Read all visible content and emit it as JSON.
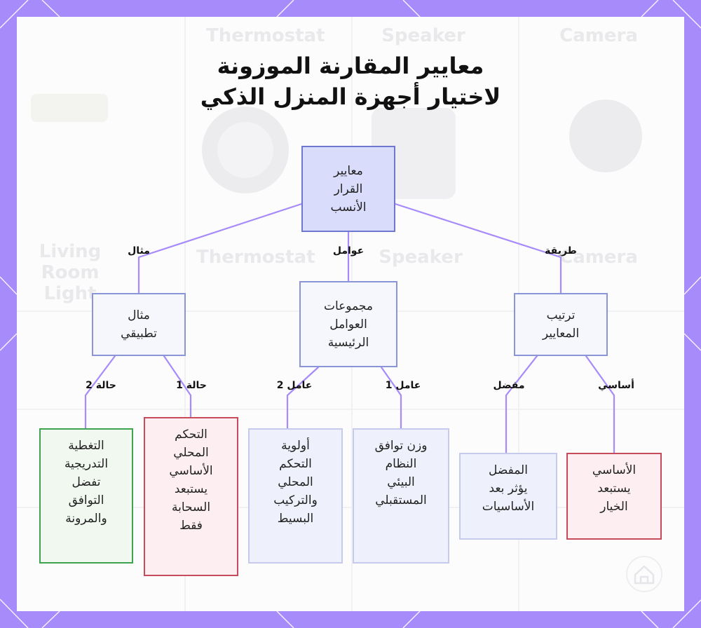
{
  "title": {
    "line1": "معايير المقارنة الموزونة",
    "line2": "لاختيار أجهزة المنزل الذكي"
  },
  "colors": {
    "frame": "#a78bfa",
    "connector": "#a78bfa",
    "root_fill": "#d9dcfb",
    "leaf_red_border": "#c84b5b",
    "leaf_green_border": "#3ea24e"
  },
  "background_ghost": {
    "labels": [
      "Thermostat",
      "Speaker",
      "Camera",
      "Living Room Light",
      "Thermostat",
      "Speaker",
      "Camera"
    ]
  },
  "diagram": {
    "root": "معايير\nالقرار\nالأنسب",
    "branches": {
      "left": {
        "edge_label": "مثال",
        "node": "مثال\nتطبيقي",
        "children": {
          "case2": {
            "edge_label": "حالة 2",
            "text": "التغطية\nالتدريجية\nتفضل\nالتوافق\nوالمرونة"
          },
          "case1": {
            "edge_label": "حالة 1",
            "text": "التحكم\nالمحلي\nالأساسي\nيستبعد\nالسحابة\nفقط"
          }
        }
      },
      "center": {
        "edge_label": "عوامل",
        "node": "مجموعات\nالعوامل\nالرئيسية",
        "children": {
          "factor2": {
            "edge_label": "عامل 2",
            "text": "أولوية\nالتحكم\nالمحلي\nوالتركيب\nالبسيط"
          },
          "factor1": {
            "edge_label": "عامل 1",
            "text": "وزن توافق\nالنظام\nالبيئي\nالمستقبلي"
          }
        }
      },
      "right": {
        "edge_label": "طريقة",
        "node": "ترتيب\nالمعايير",
        "children": {
          "preferred": {
            "edge_label": "مفضل",
            "text": "المفضل\nيؤثر بعد\nالأساسيات"
          },
          "basic": {
            "edge_label": "أساسي",
            "text": "الأساسي\nيستبعد\nالخيار"
          }
        }
      }
    }
  }
}
